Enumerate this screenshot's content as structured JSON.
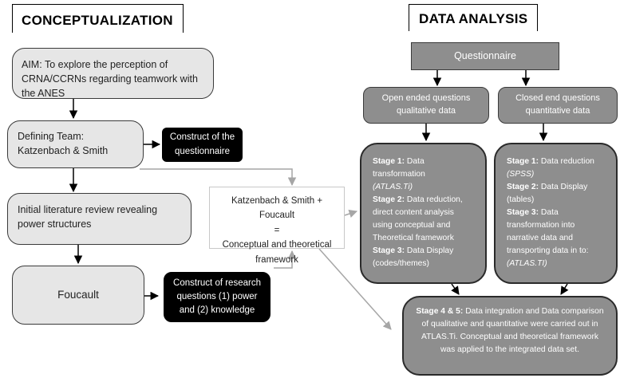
{
  "conceptualization": {
    "heading": "CONCEPTUALIZATION",
    "aim": "AIM: To explore the perception of CRNA/CCRNs regarding teamwork with the ANES",
    "defining_team": "Defining Team: Katzenbach & Smith",
    "construct_questionnaire": "Construct of the questionnaire",
    "literature_review": "Initial literature review revealing power structures",
    "foucault": "Foucault",
    "construct_research": "Construct of research questions (1) power and (2) knowledge",
    "framework_line1": "Katzenbach & Smith + Foucault",
    "framework_line2": "=",
    "framework_line3": "Conceptual and theoretical framework"
  },
  "data_analysis": {
    "heading": "DATA ANALYSIS",
    "questionnaire": "Questionnaire",
    "open_ended": "Open ended questions qualitative data",
    "closed_end": "Closed end questions quantitative data",
    "open_stages": [
      {
        "label": "Stage 1:",
        "text": " Data transformation",
        "italic": "(ATLAS.Ti)"
      },
      {
        "label": "Stage 2:",
        "text": " Data reduction, direct content analysis using conceptual and Theoretical framework",
        "italic": ""
      },
      {
        "label": "Stage 3:",
        "text": " Data Display (codes/themes)",
        "italic": ""
      }
    ],
    "closed_stages": [
      {
        "label": "Stage 1:",
        "text": " Data reduction",
        "italic": "(SPSS)"
      },
      {
        "label": "Stage 2:",
        "text": " Data Display (tables)",
        "italic": ""
      },
      {
        "label": "Stage 3:",
        "text": " Data transformation into narrative data and transporting data in to:",
        "italic": "(ATLAS.TI)"
      }
    ],
    "stage45_label": "Stage 4 & 5:",
    "stage45_text": " Data integration and Data comparison of qualitative and quantitative were carried out in ATLAS.Ti. Conceptual and theoretical framework was applied to the integrated data set."
  },
  "colors": {
    "dark_arrow": "#000000",
    "light_arrow": "#a6a6a6"
  }
}
